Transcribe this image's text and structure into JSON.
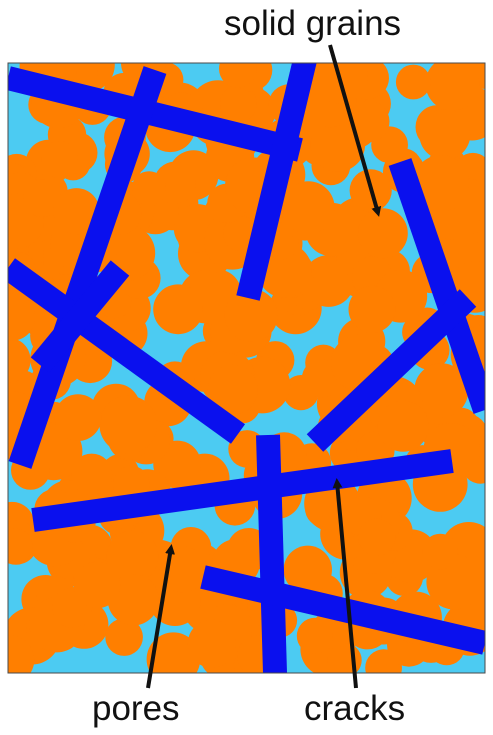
{
  "labels": {
    "solid_grains": "solid grains",
    "pores": "pores",
    "cracks": "cracks"
  },
  "colors": {
    "pore": "#4ccbf2",
    "grain": "#ff7f00",
    "crack": "#0a10ee",
    "arrow": "#111111",
    "border": "#4a4a4a"
  }
}
